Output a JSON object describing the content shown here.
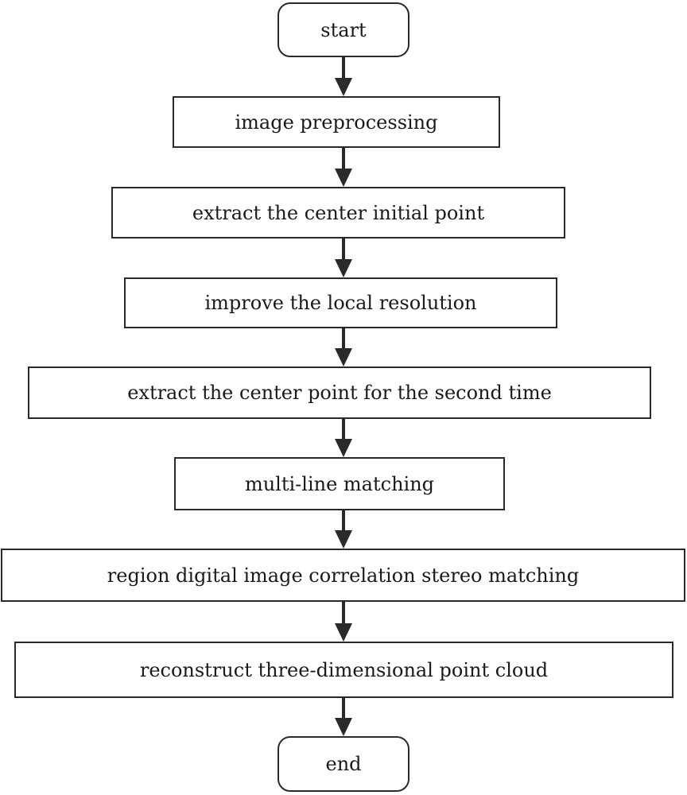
{
  "flowchart": {
    "start": "start",
    "steps": [
      "image preprocessing",
      "extract the center initial point",
      "improve the local resolution",
      "extract the center point for the second time",
      "multi-line matching",
      "region digital image correlation stereo matching",
      "reconstruct three-dimensional point cloud"
    ],
    "end": "end"
  }
}
